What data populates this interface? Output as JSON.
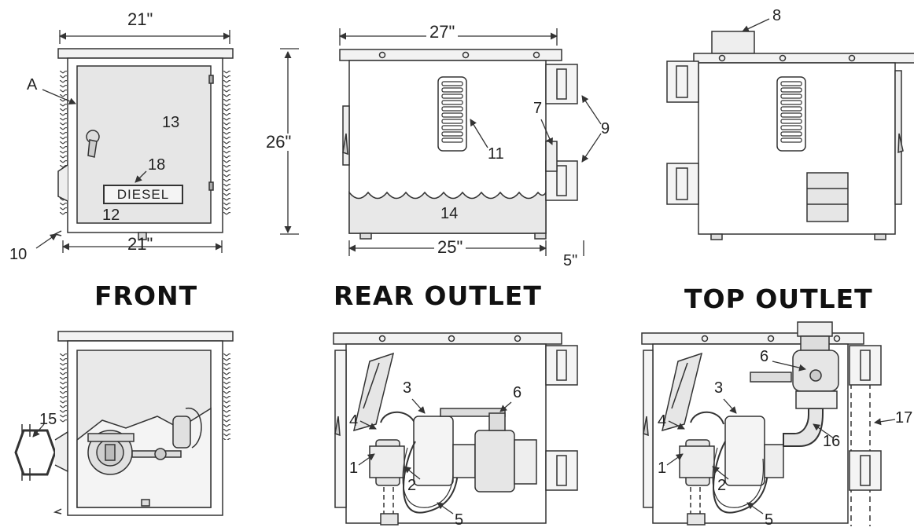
{
  "views": {
    "front": {
      "title": "FRONT",
      "width_top": "21\"",
      "width_bottom": "21\"",
      "plate_text": "DIESEL",
      "callouts": {
        "a": "A",
        "c13": "13",
        "c18": "18",
        "c12": "12",
        "c10": "10"
      }
    },
    "side_height": {
      "height": "26\""
    },
    "rear_outlet": {
      "title": "REAR OUTLET",
      "width_top": "27\"",
      "width_bottom": "25\"",
      "depth": "5\"",
      "callouts": {
        "c11": "11",
        "c7": "7",
        "c9": "9",
        "c14": "14"
      }
    },
    "top_outlet": {
      "title": "TOP OUTLET",
      "callouts": {
        "c8": "8"
      }
    },
    "front_open": {
      "callouts": {
        "c15": "15"
      }
    },
    "rear_open": {
      "callouts": {
        "c1": "1",
        "c2": "2",
        "c3": "3",
        "c4": "4",
        "c5": "5",
        "c6": "6"
      }
    },
    "top_open": {
      "callouts": {
        "c1": "1",
        "c2": "2",
        "c3": "3",
        "c4": "4",
        "c5": "5",
        "c6": "6",
        "c16": "16",
        "c17": "17"
      }
    }
  },
  "colors": {
    "line": "#333333",
    "panel_fill": "#e6e6e6",
    "box_fill": "#f2f2f2"
  }
}
